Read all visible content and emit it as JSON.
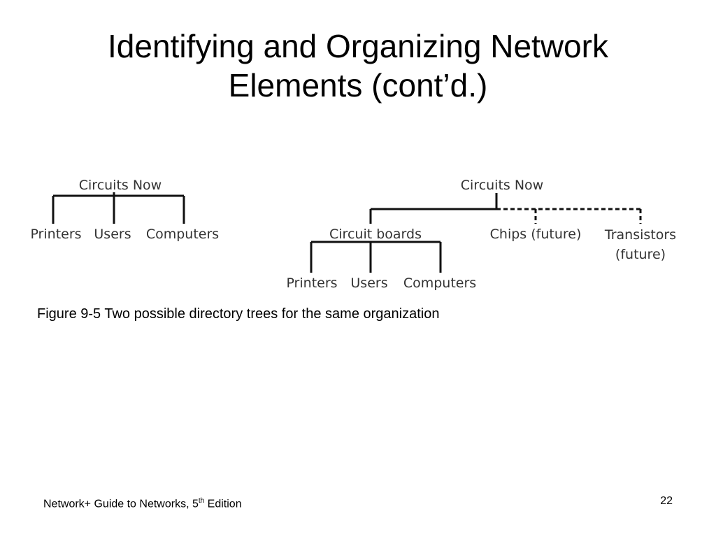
{
  "slide": {
    "title_line1": "Identifying and Organizing Network",
    "title_line2": "Elements (cont’d.)",
    "caption": "Figure 9-5 Two possible directory trees for the same organization"
  },
  "tree_left": {
    "root": "Circuits Now",
    "children": [
      "Printers",
      "Users",
      "Computers"
    ]
  },
  "tree_right": {
    "root": "Circuits Now",
    "child_boards": "Circuit boards",
    "child_chips": "Chips (future)",
    "child_transistors_line1": "Transistors",
    "child_transistors_line2": "(future)",
    "grandchildren": [
      "Printers",
      "Users",
      "Computers"
    ]
  },
  "footer": {
    "book_prefix": "Network+ Guide to Networks, 5",
    "book_sup": "th",
    "book_suffix": " Edition",
    "page_number": "22"
  }
}
